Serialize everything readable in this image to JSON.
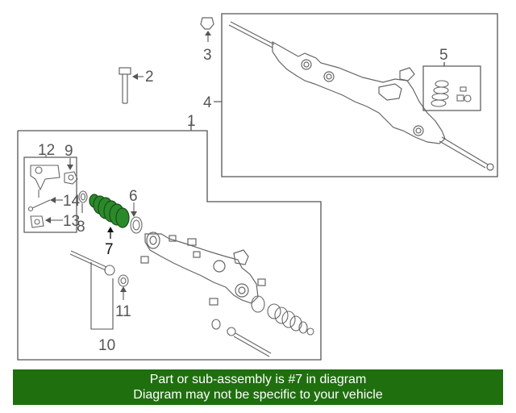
{
  "diagram": {
    "callouts": {
      "c1": "1",
      "c2": "2",
      "c3": "3",
      "c4": "4",
      "c5": "5",
      "c6": "6",
      "c7": "7",
      "c8": "8",
      "c9": "9",
      "c10": "10",
      "c11": "11",
      "c12": "12",
      "c13": "13",
      "c14": "14"
    },
    "colors": {
      "line": "#555555",
      "highlight": "#2a8a2a",
      "banner": "#1f6f0f"
    }
  },
  "banner": {
    "line1": "Part or sub-assembly is #7 in diagram",
    "line2": "Diagram may not be specific to your vehicle"
  }
}
